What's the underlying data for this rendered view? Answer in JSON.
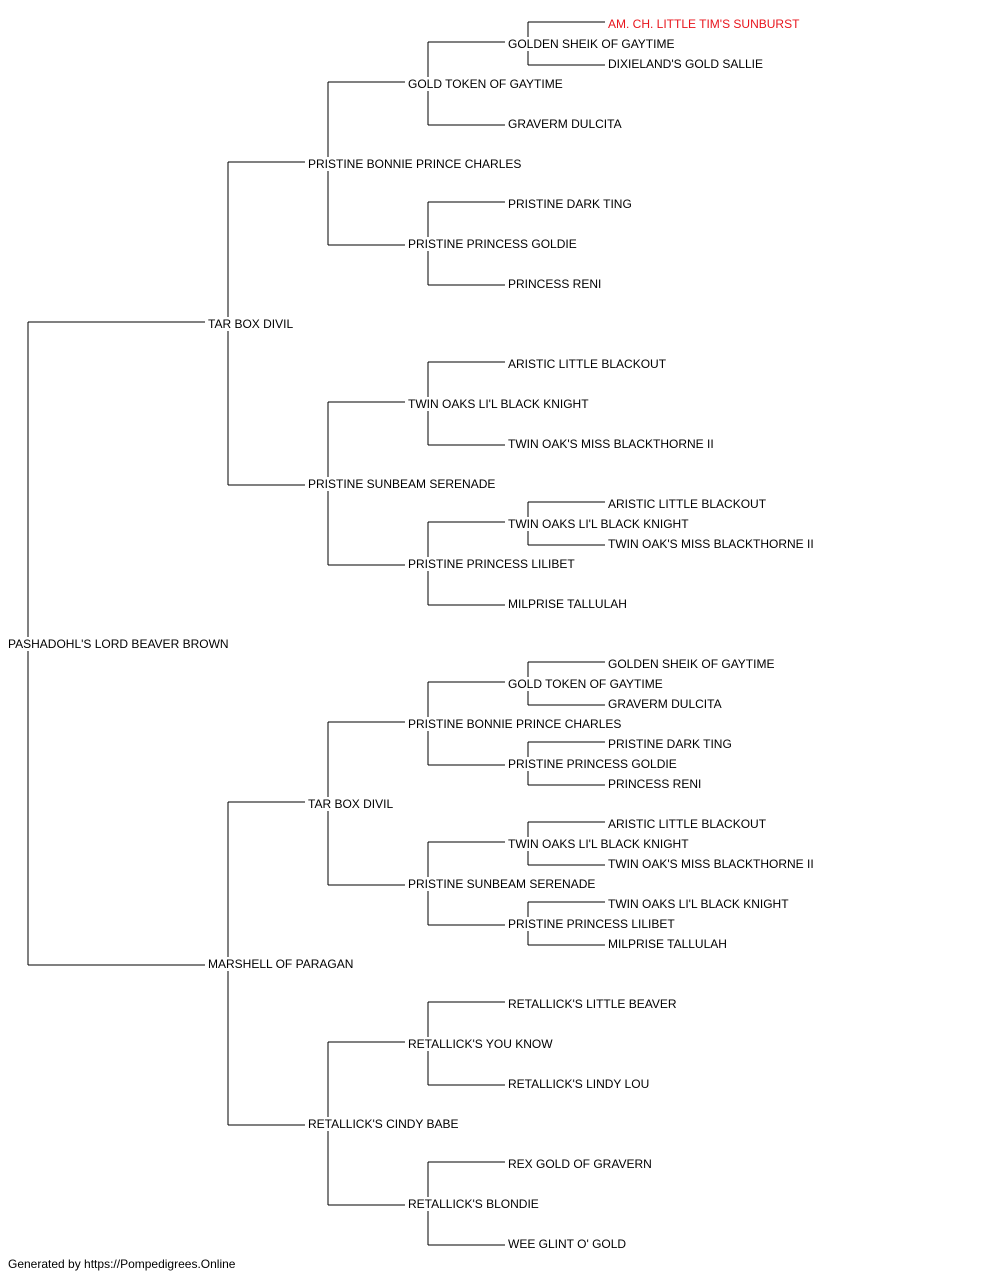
{
  "subject": "PASHADOHL'S LORD BEAVER BROWN",
  "sire": {
    "name": "TAR BOX DIVIL",
    "sire": {
      "name": "PRISTINE BONNIE PRINCE CHARLES",
      "sire": {
        "name": "GOLD TOKEN OF GAYTIME",
        "sire": {
          "name": "GOLDEN SHEIK OF GAYTIME",
          "sire": {
            "name": "AM. CH. LITTLE TIM'S SUNBURST",
            "highlight": true
          },
          "dam": {
            "name": "DIXIELAND'S GOLD SALLIE"
          }
        },
        "dam": {
          "name": "GRAVERM DULCITA"
        }
      },
      "dam": {
        "name": "PRISTINE PRINCESS GOLDIE",
        "sire": {
          "name": "PRISTINE DARK TING"
        },
        "dam": {
          "name": "PRINCESS RENI"
        }
      }
    },
    "dam": {
      "name": "PRISTINE SUNBEAM SERENADE",
      "sire": {
        "name": "TWIN OAKS LI'L BLACK KNIGHT",
        "sire": {
          "name": "ARISTIC LITTLE BLACKOUT"
        },
        "dam": {
          "name": "TWIN OAK'S MISS BLACKTHORNE II"
        }
      },
      "dam": {
        "name": "PRISTINE PRINCESS LILIBET",
        "sire": {
          "name": "TWIN OAKS LI'L BLACK KNIGHT",
          "sire": {
            "name": "ARISTIC LITTLE BLACKOUT"
          },
          "dam": {
            "name": "TWIN OAK'S MISS BLACKTHORNE II"
          }
        },
        "dam": {
          "name": "MILPRISE TALLULAH"
        }
      }
    }
  },
  "dam": {
    "name": "MARSHELL OF PARAGAN",
    "sire": {
      "name": "TAR BOX DIVIL",
      "sire": {
        "name": "PRISTINE BONNIE PRINCE CHARLES",
        "sire": {
          "name": "GOLD TOKEN OF GAYTIME",
          "sire": {
            "name": "GOLDEN SHEIK OF GAYTIME"
          },
          "dam": {
            "name": "GRAVERM DULCITA"
          }
        },
        "dam": {
          "name": "PRISTINE PRINCESS GOLDIE",
          "sire": {
            "name": "PRISTINE DARK TING"
          },
          "dam": {
            "name": "PRINCESS RENI"
          }
        }
      },
      "dam": {
        "name": "PRISTINE SUNBEAM SERENADE",
        "sire": {
          "name": "TWIN OAKS LI'L BLACK KNIGHT",
          "sire": {
            "name": "ARISTIC LITTLE BLACKOUT"
          },
          "dam": {
            "name": "TWIN OAK'S MISS BLACKTHORNE II"
          }
        },
        "dam": {
          "name": "PRISTINE PRINCESS LILIBET",
          "sire": {
            "name": "TWIN OAKS LI'L BLACK KNIGHT"
          },
          "dam": {
            "name": "MILPRISE TALLULAH"
          }
        }
      }
    },
    "dam": {
      "name": "RETALLICK'S CINDY BABE",
      "sire": {
        "name": "RETALLICK'S YOU KNOW",
        "sire": {
          "name": "RETALLICK'S LITTLE BEAVER"
        },
        "dam": {
          "name": "RETALLICK'S LINDY LOU"
        }
      },
      "dam": {
        "name": "RETALLICK'S BLONDIE",
        "sire": {
          "name": "REX GOLD OF GRAVERN"
        },
        "dam": {
          "name": "WEE GLINT O' GOLD"
        }
      }
    }
  },
  "footer": {
    "credit": "Generated by https://Pompedigrees.Online"
  },
  "colors": {
    "highlight": "#e8141c",
    "line": "#000000"
  }
}
